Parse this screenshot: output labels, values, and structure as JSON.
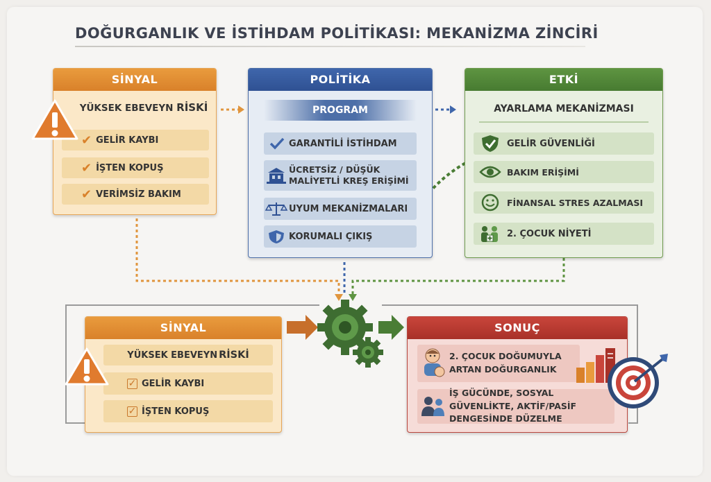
{
  "title": "DOĞURGANLIK VE İSTİHDAM POLİTİKASI: MEKANİZMA ZİNCİRİ",
  "signal_top": {
    "header": "SİNYAL",
    "risk_prefix": "YÜKSEK EBEVEYN ",
    "risk_emph": "RİSKİ",
    "items": [
      "GELİR KAYBI",
      "İŞTEN KOPUŞ",
      "VERİMSİZ BAKIM"
    ]
  },
  "policy": {
    "header": "POLİTİKA",
    "program": "PROGRAM",
    "items": [
      {
        "label": "GARANTİLİ İSTİHDAM",
        "icon": "check-icon"
      },
      {
        "label": "ÜCRETSİZ / DÜŞÜK MALİYETLİ KREŞ ERİŞİMİ",
        "icon": "building-icon"
      },
      {
        "label": "UYUM MEKANİZMALARI",
        "icon": "scale-icon"
      },
      {
        "label": "KORUMALI ÇIKIŞ",
        "icon": "shield-icon"
      }
    ]
  },
  "effect": {
    "header": "ETKİ",
    "sub": "AYARLAMA MEKANİZMASI",
    "items": [
      {
        "label": "GELİR GÜVENLİĞİ",
        "icon": "shield-check-icon"
      },
      {
        "label": "BAKIM ERİŞİMİ",
        "icon": "eye-icon"
      },
      {
        "label": "FİNANSAL STRES AZALMASI",
        "icon": "smiley-icon"
      },
      {
        "label": "2. ÇOCUK NİYETİ",
        "icon": "family-icon"
      }
    ]
  },
  "signal_bottom": {
    "header": "SİNYAL",
    "risk_prefix": "YÜKSEK EBEVEYN ",
    "risk_emph": "RİSKİ",
    "items": [
      "GELİR KAYBI",
      "İŞTEN KOPUŞ"
    ]
  },
  "result": {
    "header": "SONUÇ",
    "items": [
      {
        "label": "2. ÇOCUK DOĞUMUYLA ARTAN DOĞURGANLIK",
        "icon": "baby-icon"
      },
      {
        "label": "İŞ GÜCÜNDE, SOSYAL GÜVENLİKTE, AKTİF/PASİF DENGESİNDE DÜZELME",
        "icon": "people-icon"
      }
    ]
  },
  "colors": {
    "orange": "#d9812a",
    "blue": "#2f5193",
    "green": "#477b31",
    "red": "#a83128"
  }
}
